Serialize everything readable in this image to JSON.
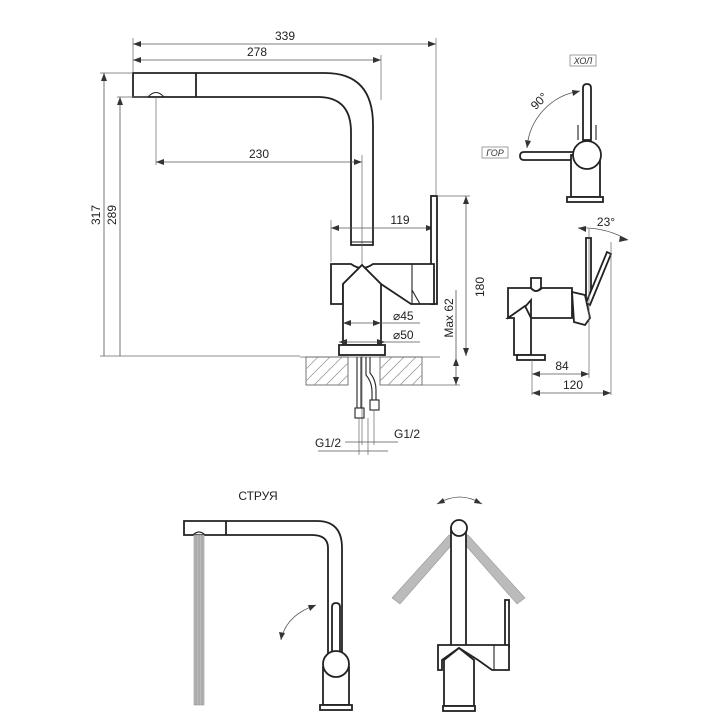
{
  "title": "Kitchen faucet technical drawing",
  "main_view": {
    "dimensions": {
      "total_width": "339",
      "spout_reach": "278",
      "spout_to_axis": "230",
      "body_width": "119",
      "total_height": "317",
      "spout_height": "289",
      "body_height": "180",
      "max_counter_thickness": "Max 62",
      "diameter_top": "⌀45",
      "diameter_base": "⌀50",
      "thread_left": "G1/2",
      "thread_right": "G1/2"
    }
  },
  "top_view": {
    "cold_label": "ХОЛ",
    "hot_label": "ГОР",
    "rotation_angle": "90°"
  },
  "side_view": {
    "lever_angle": "23°",
    "depth_lever": "84",
    "depth_total": "120"
  },
  "pullout_view": {
    "mode_label": "СТРУЯ"
  },
  "colors": {
    "line": "#222222",
    "dimension": "#555555",
    "background": "#ffffff"
  }
}
